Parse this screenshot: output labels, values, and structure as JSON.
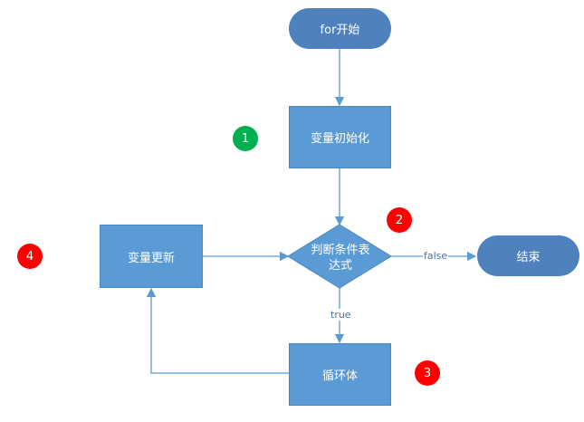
{
  "nodes": {
    "start": "for开始",
    "init": "变量初始化",
    "condition": "判断条件表达式",
    "update": "变量更新",
    "end": "结束",
    "body": "循环体"
  },
  "edge_labels": {
    "false": "false",
    "true": "true"
  },
  "badges": {
    "one": "1",
    "two": "2",
    "three": "3",
    "four": "4"
  },
  "colors": {
    "terminal": "#4f81bd",
    "process": "#5b9bd5",
    "arrow": "#5b9bd5",
    "badge_red": "#ff0000",
    "badge_green": "#00b050"
  }
}
